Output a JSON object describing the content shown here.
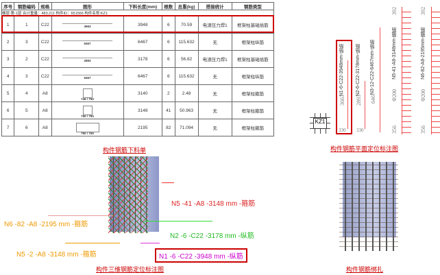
{
  "table": {
    "headers": [
      "序号",
      "钢筋编码",
      "规格",
      "图形",
      "下料长度(mm)",
      "根数",
      "总重(kg)",
      "搭接统计",
      "钢筋类型"
    ],
    "info": "楼层:第-1层   合计重量：483.211   构件ID：651566   构件名称:KZ1",
    "rows": [
      {
        "no": "1",
        "code": "1",
        "spec": "C22",
        "shape": "3663",
        "len": "3948",
        "count": "6",
        "weight": "70.59",
        "splice": "电渣压力焊1",
        "type": "框架柱基础插筋",
        "kind": "bent"
      },
      {
        "no": "2",
        "code": "3",
        "spec": "C22",
        "shape": "6467",
        "len": "6467",
        "count": "6",
        "weight": "115.632",
        "splice": "无",
        "type": "框架柱纵筋",
        "kind": "straight"
      },
      {
        "no": "3",
        "code": "2",
        "spec": "C22",
        "shape": "2893",
        "len": "3178",
        "count": "6",
        "weight": "56.82",
        "splice": "电渣压力焊1",
        "type": "框架柱基础插筋",
        "kind": "bent"
      },
      {
        "no": "4",
        "code": "3",
        "spec": "C22",
        "shape": "6467",
        "len": "6467",
        "count": "6",
        "weight": "115.632",
        "splice": "无",
        "type": "框架柱纵筋",
        "kind": "straight"
      },
      {
        "no": "5",
        "code": "4",
        "spec": "A8",
        "shape": "746 / 750",
        "len": "3140",
        "count": "2",
        "weight": "2.48",
        "splice": "无",
        "type": "框架柱箍筋",
        "kind": "box"
      },
      {
        "no": "6",
        "code": "5",
        "spec": "A8",
        "shape": "750 / 750",
        "len": "3148",
        "count": "41",
        "weight": "50.963",
        "splice": "无",
        "type": "框架柱箍筋",
        "kind": "box"
      },
      {
        "no": "7",
        "code": "6",
        "spec": "A8",
        "shape": "750 / 750",
        "len": "2195",
        "count": "82",
        "weight": "71.094",
        "splice": "无",
        "type": "框架柱箍筋",
        "kind": "wide"
      }
    ],
    "caption": "构件钢筋下料单"
  },
  "plan": {
    "labels": [
      "N1-6-C22-3948mm-纵筋",
      "N2-6-C22-3178mm-纵筋",
      "N3-12-C22-6467mm-纵筋",
      "N5-41-A8-3148mm-箍筋",
      "N6-82-A8-2195mm-箍筋"
    ],
    "dims": [
      "3663",
      "2893",
      "6467",
      "Φ200",
      "Φ200"
    ],
    "bottom": [
      "330",
      "330",
      "356",
      "356"
    ],
    "top": [
      "392",
      "392"
    ],
    "kz": "KZ1",
    "caption": "构件钢筋平面定位标注图"
  },
  "view3d": {
    "n5": "N5 -41 -A8 -3148 mm -箍筋",
    "n6": "N6 -82 -A8 -2195 mm -箍筋",
    "n5b": "N5 -2 -A8 -3148 mm -箍筋",
    "n2": "N2 -6 -C22 -3178 mm -纵筋",
    "n1": "N1 -6 -C22 -3948 mm -纵筋",
    "caption": "构件三维钢筋定位标注图"
  },
  "bind": {
    "caption": "构件钢筋绑扎"
  }
}
